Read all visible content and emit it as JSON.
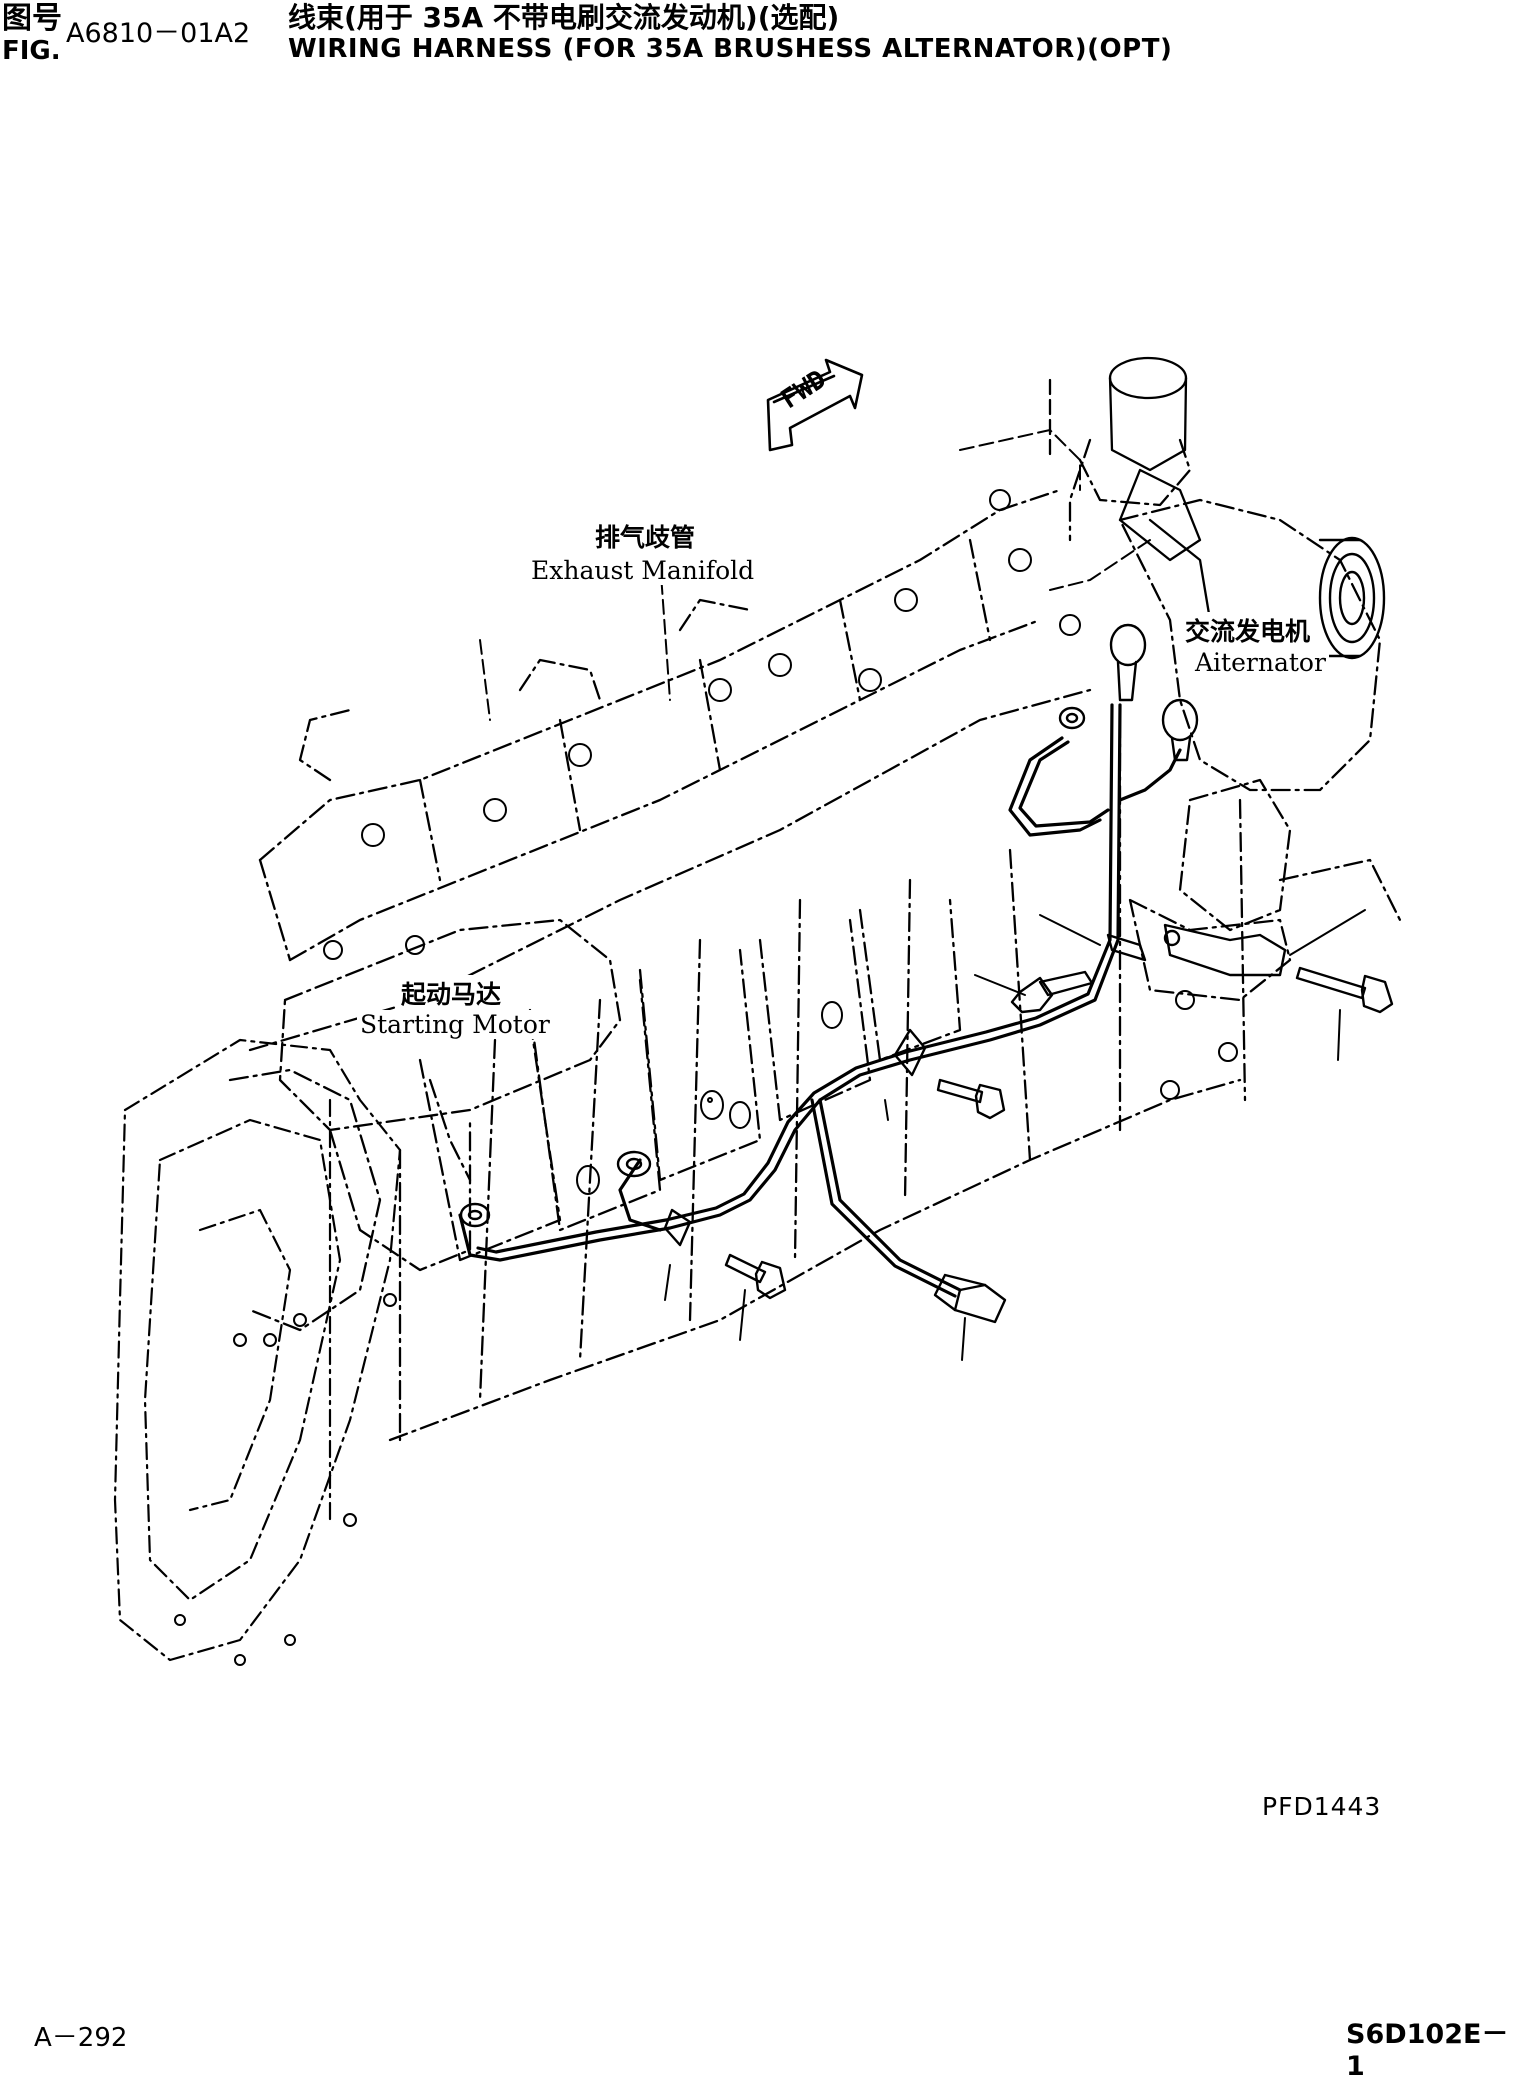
{
  "header": {
    "fig_label_cn": "图号",
    "fig_label_en": "FIG.",
    "fig_number": "A6810－01A2",
    "title_cn": "线束(用于 35A 不带电刷交流发动机)(选配)",
    "title_en": "WIRING HARNESS (FOR 35A BRUSHESS ALTERNATOR)(OPT)"
  },
  "diagram": {
    "fwd_arrow_label": "FWD",
    "labels": {
      "exhaust_manifold_cn": "排气歧管",
      "exhaust_manifold_en": "Exhaust Manifold",
      "alternator_cn": "交流发电机",
      "alternator_en": "Aiternator",
      "starting_motor_cn": "起动马达",
      "starting_motor_en": "Starting Motor"
    }
  },
  "footer": {
    "drawing_code": "PFD1443",
    "page_number": "A－292",
    "model_code": "S6D102E－1"
  }
}
